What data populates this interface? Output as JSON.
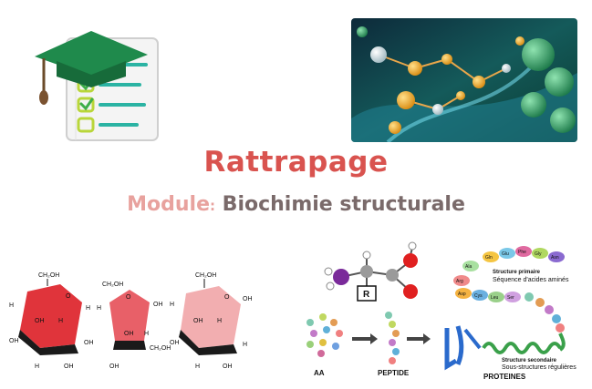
{
  "title": "Rattrapage",
  "subtitle": {
    "prefix": "Module",
    "colon": ":",
    "main": "Biochimie structurale"
  },
  "diagram": {
    "labels": {
      "aa": "AA",
      "peptide": "PEPTIDE",
      "proteines": "PROTEINES",
      "r_group": "R",
      "structure_primaire": "Structure primaire",
      "structure_primaire_desc": "Séquence d'acides aminés",
      "structure_secondaire": "Structure secondaire",
      "structure_secondaire_desc": "Sous-structures régulières"
    },
    "residues": [
      "Ala",
      "Arg",
      "Asp",
      "Cys",
      "Leu",
      "Ser",
      "Gln",
      "Glu",
      "Phe",
      "Gly",
      "Asn"
    ]
  },
  "sugars": {
    "top_label": "CH₂OH",
    "h": "H",
    "oh": "OH"
  },
  "icons": {
    "checklist": "graduation-checklist-icon",
    "molecule": "molecule-photo"
  },
  "colors": {
    "title": "#d9534f",
    "subtitle_prefix": "#e8a29e",
    "subtitle_main": "#7a6a6a",
    "check_green": "#6cc24a",
    "line_teal": "#2bb3a3",
    "cap_green": "#1f8a4c"
  }
}
